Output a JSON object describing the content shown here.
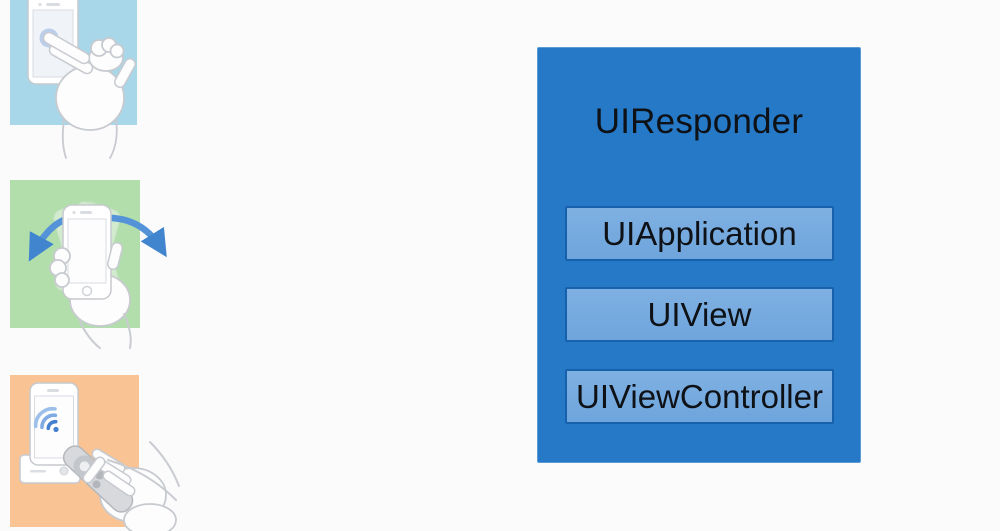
{
  "background_color": "#fcfbfc",
  "hierarchy": {
    "title": "UIResponder",
    "box_fill": "#2579c7",
    "node_fill": "#74a9de",
    "node_border": "#1660ac",
    "text_color": "#0e1116",
    "nodes": [
      {
        "label": "UIApplication"
      },
      {
        "label": "UIView"
      },
      {
        "label": "UIViewController"
      }
    ]
  },
  "illustrations": [
    {
      "name": "two-finger-touch-gesture",
      "panel_color": "#a8d7ea",
      "accent_color": "#6f9bd8"
    },
    {
      "name": "shake-device-motion",
      "panel_color": "#b2deac",
      "accent_color": "#5593d8"
    },
    {
      "name": "remote-control-event",
      "panel_color": "#f9c394",
      "accent_color": "#447fd0"
    }
  ]
}
